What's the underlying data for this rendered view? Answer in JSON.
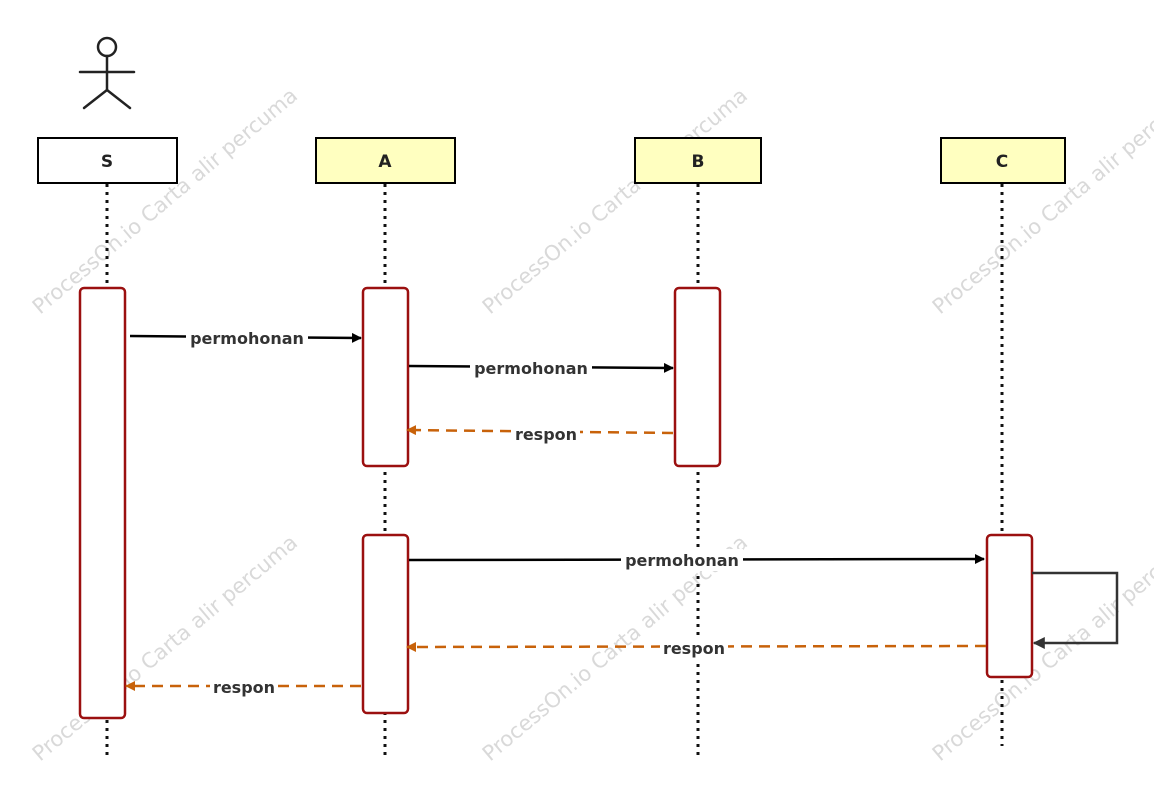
{
  "watermark": "ProcessOn.io Carta alir percuma",
  "participants": {
    "s": {
      "label": "S",
      "fill": "#ffffff"
    },
    "a": {
      "label": "A",
      "fill": "#ffffc0"
    },
    "b": {
      "label": "B",
      "fill": "#ffffc0"
    },
    "c": {
      "label": "C",
      "fill": "#ffffc0"
    }
  },
  "messages": {
    "m1": {
      "label": "permohonan",
      "kind": "request"
    },
    "m2": {
      "label": "permohonan",
      "kind": "request"
    },
    "m3": {
      "label": "respon",
      "kind": "response"
    },
    "m4": {
      "label": "permohonan",
      "kind": "request"
    },
    "m5": {
      "label": "respon",
      "kind": "response"
    },
    "m6": {
      "label": "respon",
      "kind": "response"
    },
    "self_c": {
      "label": "",
      "kind": "self"
    }
  },
  "colors": {
    "activation_border": "#9b1010",
    "request_line": "#000000",
    "response_line": "#c8620a",
    "lifeline": "#111111",
    "box_border": "#000000"
  }
}
